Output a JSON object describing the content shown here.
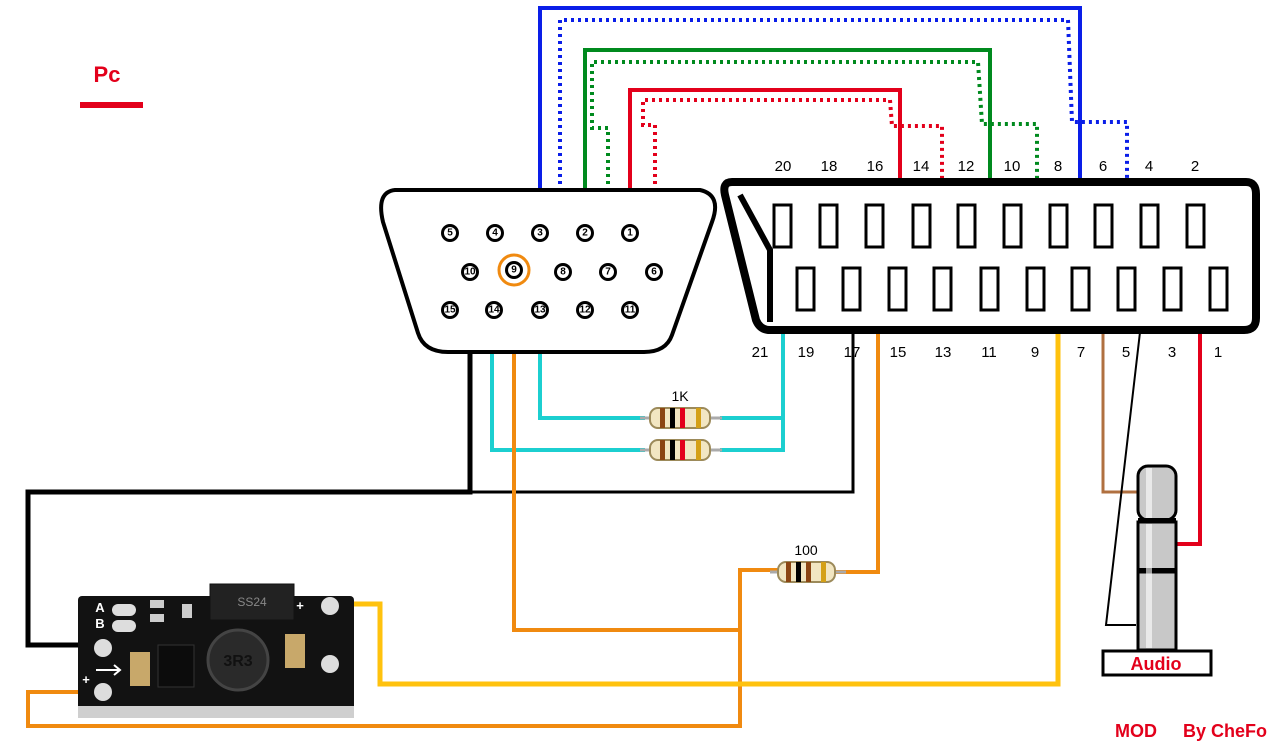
{
  "labels": {
    "pc": "Pc",
    "audio": "Audio",
    "mod": "MOD",
    "by": "By CheFo"
  },
  "vga": {
    "row1": [
      "5",
      "4",
      "3",
      "2",
      "1"
    ],
    "row2": [
      "10",
      "9",
      "8",
      "7",
      "6"
    ],
    "row3": [
      "15",
      "14",
      "13",
      "12",
      "11"
    ]
  },
  "scart": {
    "top": [
      "20",
      "18",
      "16",
      "14",
      "12",
      "10",
      "8",
      "6",
      "4",
      "2"
    ],
    "bottom": [
      "21",
      "19",
      "17",
      "15",
      "13",
      "11",
      "9",
      "7",
      "5",
      "3",
      "1"
    ]
  },
  "resistors": {
    "r1k": "1K",
    "r100": "100"
  },
  "module": {
    "a": "A",
    "b": "B",
    "plus": "+",
    "diode": "SS24",
    "inductor": "3R3"
  },
  "colors": {
    "red": "#e3001b",
    "green": "#008a1e",
    "blue": "#0a1ee8",
    "cyan": "#1ccfd0",
    "orange": "#f08a10",
    "yellow": "#ffc20e",
    "brown": "#b07040",
    "black": "#000000"
  }
}
